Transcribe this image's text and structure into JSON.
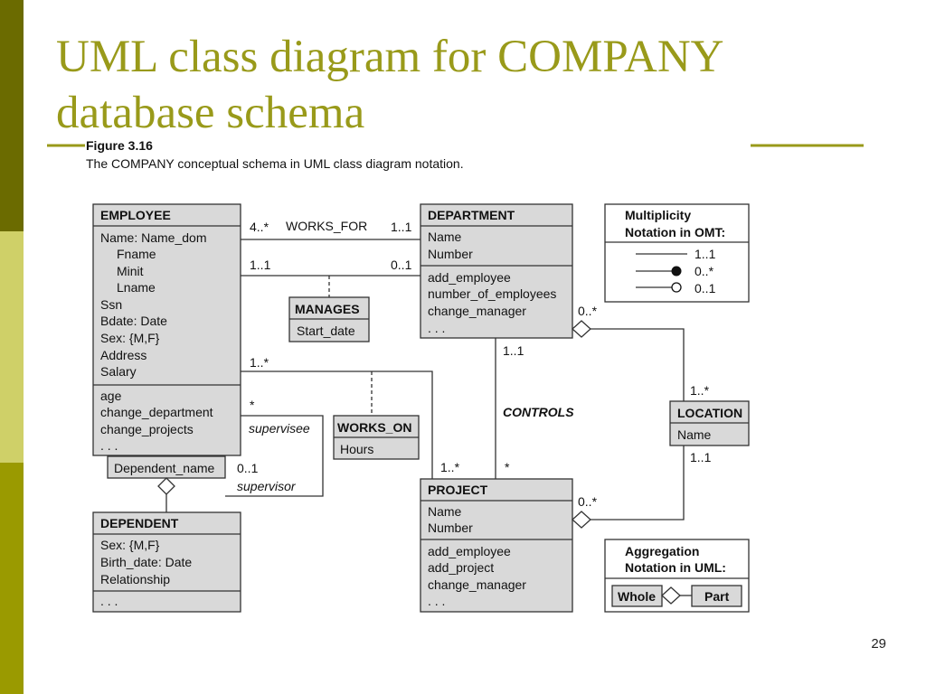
{
  "slide": {
    "title_line1": "UML class diagram for COMPANY",
    "title_line2": "database schema",
    "page_number": "29"
  },
  "figure": {
    "label": "Figure 3.16",
    "caption": "The COMPANY conceptual schema in UML class diagram notation."
  },
  "colors": {
    "accent": "#999a1a",
    "sidebar_dark": "#6b6b00",
    "sidebar_light": "#cfd068",
    "sidebar_mid": "#9a9a00",
    "box_fill": "#d9d9d9"
  },
  "classes": {
    "employee": {
      "name": "EMPLOYEE",
      "attributes": [
        "Name: Name_dom",
        "Fname",
        "Minit",
        "Lname",
        "Ssn",
        "Bdate: Date",
        "Sex: {M,F}",
        "Address",
        "Salary"
      ],
      "operations": [
        "age",
        "change_department",
        "change_projects",
        ". . ."
      ]
    },
    "department": {
      "name": "DEPARTMENT",
      "attributes": [
        "Name",
        "Number"
      ],
      "operations": [
        "add_employee",
        "number_of_employees",
        "change_manager",
        ". . ."
      ]
    },
    "project": {
      "name": "PROJECT",
      "attributes": [
        "Name",
        "Number"
      ],
      "operations": [
        "add_employee",
        "add_project",
        "change_manager",
        ". . ."
      ]
    },
    "dependent": {
      "name": "DEPENDENT",
      "attributes": [
        "Sex: {M,F}",
        "Birth_date: Date",
        "Relationship"
      ],
      "operations": [
        ". . ."
      ]
    },
    "location": {
      "name": "LOCATION",
      "attributes": [
        "Name"
      ]
    },
    "manages": {
      "name": "MANAGES",
      "attributes": [
        "Start_date"
      ]
    },
    "works_on": {
      "name": "WORKS_ON",
      "attributes": [
        "Hours"
      ]
    },
    "qualifier": {
      "label": "Dependent_name"
    }
  },
  "associations": {
    "works_for": {
      "name": "WORKS_FOR",
      "mult_employee": "4..*",
      "mult_department": "1..1"
    },
    "manages": {
      "mult_employee": "1..1",
      "mult_department": "0..1"
    },
    "works_on": {
      "mult_employee": "1..*",
      "mult_project": "1..*"
    },
    "supervision": {
      "mult_supervisee": "*",
      "role_supervisee": "supervisee",
      "mult_supervisor": "0..1",
      "role_supervisor": "supervisor"
    },
    "controls": {
      "name": "CONTROLS",
      "mult_department": "1..1",
      "mult_project": "*"
    },
    "dept_location": {
      "mult_department": "0..*",
      "mult_location": "1..*"
    },
    "proj_location": {
      "mult_project": "0..*",
      "mult_location": "1..1"
    }
  },
  "legend": {
    "omt": {
      "title1": "Multiplicity",
      "title2": "Notation in OMT:",
      "items": [
        "1..1",
        "0..*",
        "0..1"
      ]
    },
    "aggregation": {
      "title1": "Aggregation",
      "title2": "Notation in UML:",
      "whole": "Whole",
      "part": "Part"
    }
  }
}
